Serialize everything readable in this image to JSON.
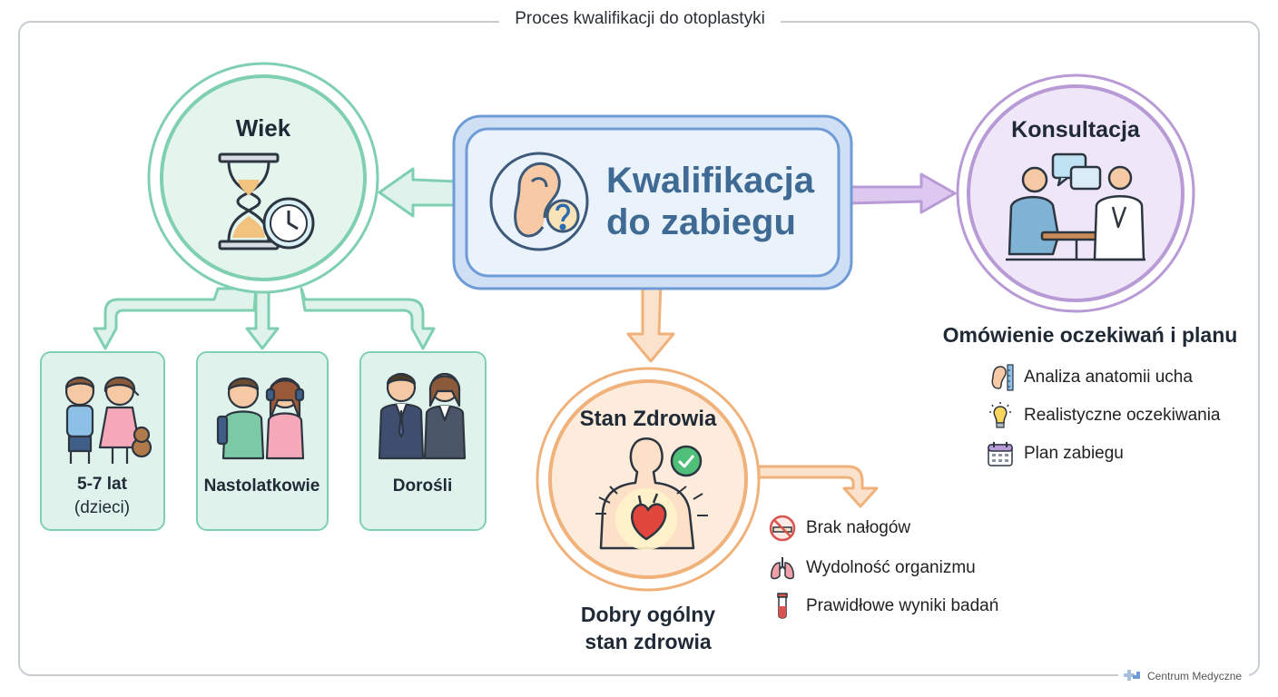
{
  "frame_title": "Proces kwalifikacji do otoplastyki",
  "center": {
    "line1": "Kwalifikacja",
    "line2": "do zabiegu"
  },
  "age": {
    "title": "Wiek",
    "groups": [
      {
        "label": "5-7 lat",
        "sub": "(dzieci)"
      },
      {
        "label": "Nastolatkowie"
      },
      {
        "label": "Dorośli"
      }
    ]
  },
  "consult": {
    "title": "Konsultacja",
    "subtitle": "Omówienie oczekiwań i planu",
    "items": [
      {
        "label": "Analiza anatomii ucha",
        "icon": "ear-ruler-icon"
      },
      {
        "label": "Realistyczne oczekiwania",
        "icon": "lightbulb-icon"
      },
      {
        "label": "Plan zabiegu",
        "icon": "calendar-icon"
      }
    ]
  },
  "health": {
    "title": "Stan Zdrowia",
    "caption_line1": "Dobry ogólny",
    "caption_line2": "stan zdrowia",
    "items": [
      {
        "label": "Brak nałogów",
        "icon": "no-smoking-icon"
      },
      {
        "label": "Wydolność organizmu",
        "icon": "lungs-icon"
      },
      {
        "label": "Prawidłowe wyniki badań",
        "icon": "test-tube-icon"
      }
    ]
  },
  "footer": "Centrum Medyczne",
  "colors": {
    "green": "#7fcfb1",
    "blue": "#6f9bd6",
    "purple": "#b89ad6",
    "orange": "#f0b27a",
    "text": "#1f2a36"
  }
}
